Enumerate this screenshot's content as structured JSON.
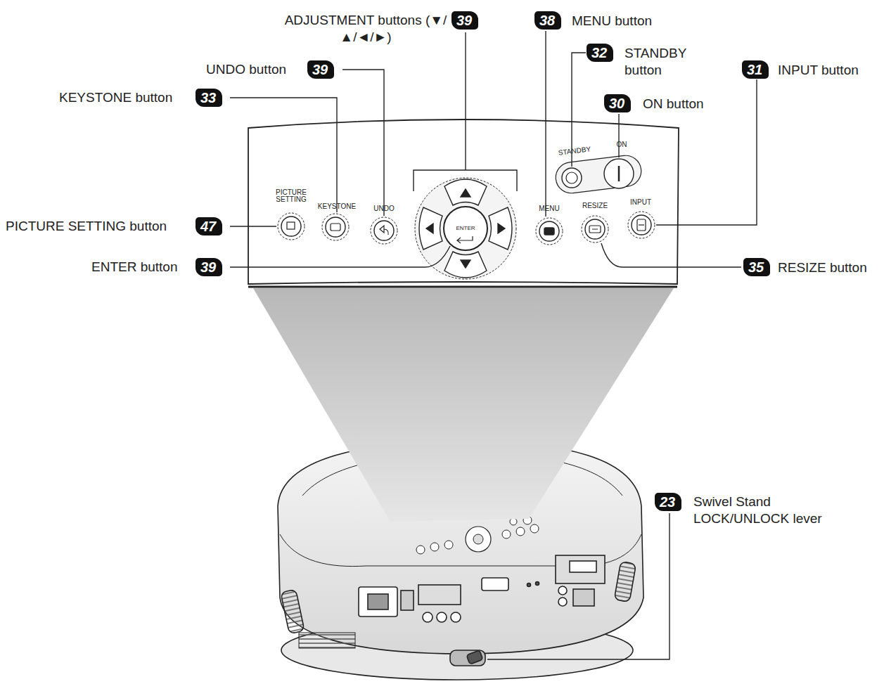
{
  "diagram": {
    "labels": [
      "ADJUSTMENT buttons (▼/▲/◄/►)",
      "39",
      "38",
      "MENU button",
      "32",
      "STANDBY button",
      "31",
      "INPUT button",
      "UNDO button",
      "39",
      "30",
      "ON button",
      "KEYSTONE button",
      "33",
      "PICTURE SETTING button",
      "47",
      "ENTER button",
      "39",
      "35",
      "RESIZE button",
      "23",
      "Swivel Stand LOCK/UNLOCK lever",
      "STANDBY",
      "ON",
      "PICTURE SETTING",
      "KEYSTONE",
      "UNDO",
      "ENTER",
      "MENU",
      "RESIZE",
      "INPUT"
    ]
  }
}
